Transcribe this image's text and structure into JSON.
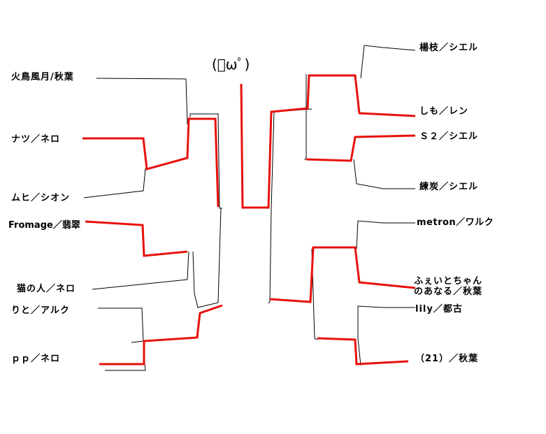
{
  "center_mark": "(ﾟωﾟ)",
  "left_entries": [
    "火鳥風月/秋葉",
    "ナツ／ネロ",
    "ムヒ／シオン",
    "Fromage／翡翠",
    "猫の人／ネロ",
    "りと／アルク",
    "ｐｐ／ネロ"
  ],
  "right_entries": [
    "楊枝／シエル",
    "しも／レン",
    "Ｓ２／シエル",
    "練炭／シエル",
    "metron／ワルク",
    "ふぇいとちゃん",
    "のあなる／秋葉",
    "lily／都古",
    "（21）／秋葉"
  ],
  "colors": {
    "line": "#000000",
    "winner": "#e8100a",
    "background": "#ffffff"
  }
}
